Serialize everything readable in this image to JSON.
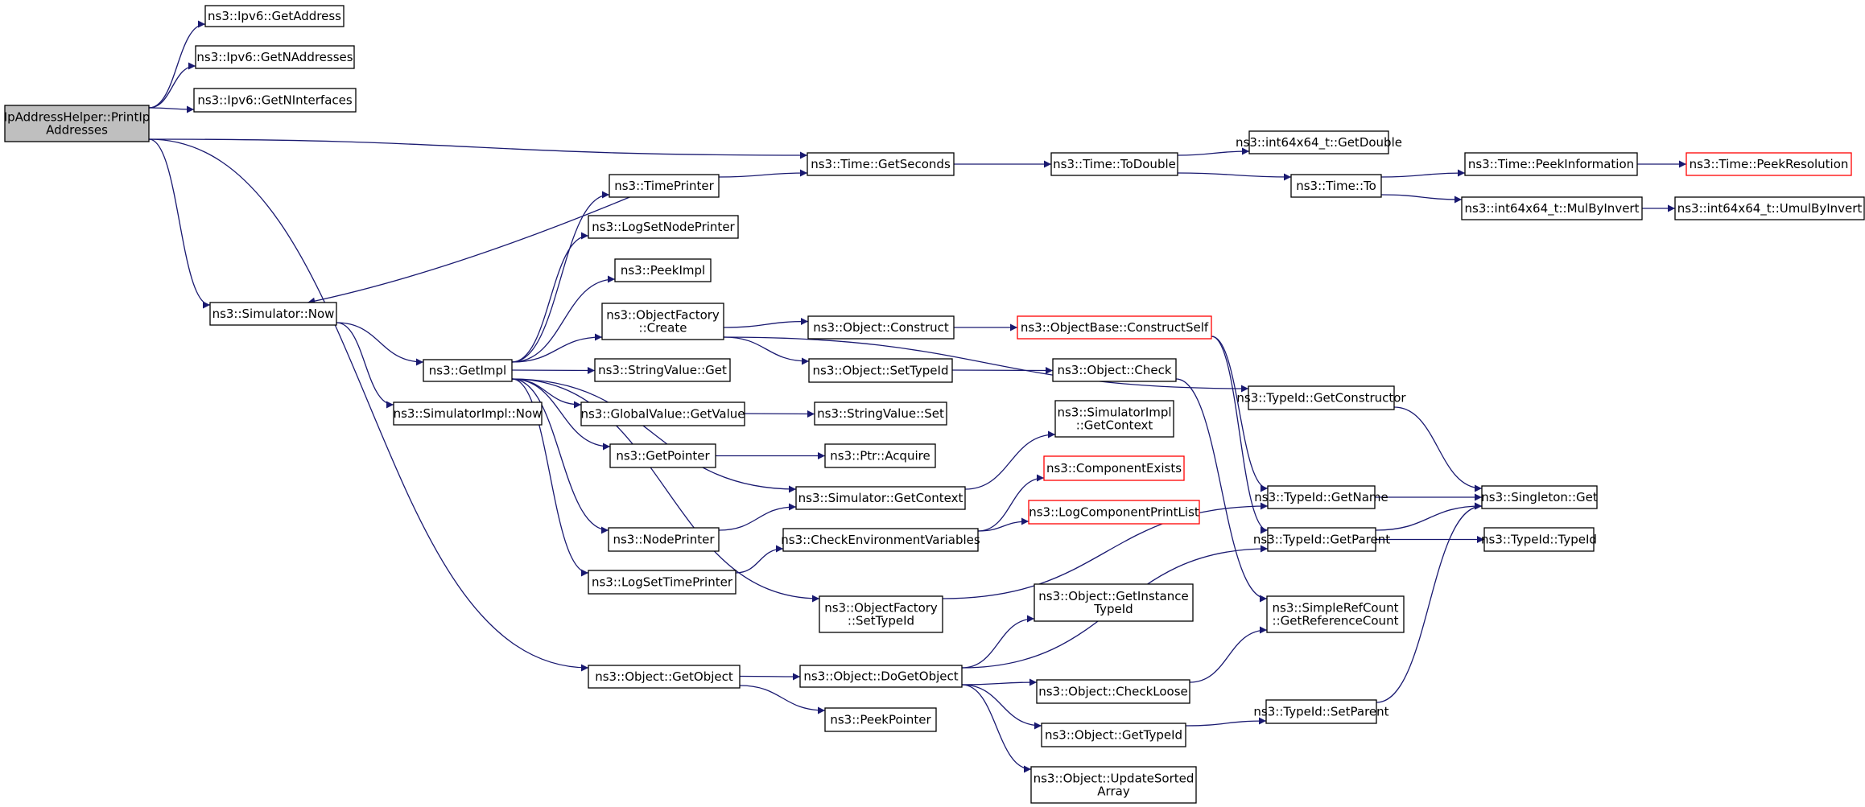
{
  "colors": {
    "edge": "#191970",
    "node_border": "#000000",
    "truncated_border": "#ff0000",
    "root_fill": "#bfbfbf",
    "node_fill": "#ffffff"
  },
  "nodes": [
    {
      "id": "root",
      "lines": [
        "IpAddressHelper::PrintIp",
        "Addresses"
      ],
      "root": true
    },
    {
      "id": "ipv6GetAddress",
      "lines": [
        "ns3::Ipv6::GetAddress"
      ]
    },
    {
      "id": "ipv6GetNAddresses",
      "lines": [
        "ns3::Ipv6::GetNAddresses"
      ]
    },
    {
      "id": "ipv6GetNInterfaces",
      "lines": [
        "ns3::Ipv6::GetNInterfaces"
      ]
    },
    {
      "id": "simNow",
      "lines": [
        "ns3::Simulator::Now"
      ]
    },
    {
      "id": "getImpl",
      "lines": [
        "ns3::GetImpl"
      ]
    },
    {
      "id": "simImplNow",
      "lines": [
        "ns3::SimulatorImpl::Now"
      ]
    },
    {
      "id": "objGetObject",
      "lines": [
        "ns3::Object::GetObject"
      ]
    },
    {
      "id": "timePrinter",
      "lines": [
        "ns3::TimePrinter"
      ]
    },
    {
      "id": "logSetNodePrinter",
      "lines": [
        "ns3::LogSetNodePrinter"
      ]
    },
    {
      "id": "peekImpl",
      "lines": [
        "ns3::PeekImpl"
      ]
    },
    {
      "id": "objFactoryCreate",
      "lines": [
        "ns3::ObjectFactory",
        "::Create"
      ]
    },
    {
      "id": "stringValueGet",
      "lines": [
        "ns3::StringValue::Get"
      ]
    },
    {
      "id": "globalValueGetValue",
      "lines": [
        "ns3::GlobalValue::GetValue"
      ]
    },
    {
      "id": "getPointer",
      "lines": [
        "ns3::GetPointer"
      ]
    },
    {
      "id": "nodePrinter",
      "lines": [
        "ns3::NodePrinter"
      ]
    },
    {
      "id": "logSetTimePrinter",
      "lines": [
        "ns3::LogSetTimePrinter"
      ]
    },
    {
      "id": "timeGetSeconds",
      "lines": [
        "ns3::Time::GetSeconds"
      ]
    },
    {
      "id": "objConstruct",
      "lines": [
        "ns3::Object::Construct"
      ]
    },
    {
      "id": "objSetTypeId",
      "lines": [
        "ns3::Object::SetTypeId"
      ]
    },
    {
      "id": "stringValueSet",
      "lines": [
        "ns3::StringValue::Set"
      ]
    },
    {
      "id": "ptrAcquire",
      "lines": [
        "ns3::Ptr::Acquire"
      ]
    },
    {
      "id": "simGetContext",
      "lines": [
        "ns3::Simulator::GetContext"
      ]
    },
    {
      "id": "checkEnvVars",
      "lines": [
        "ns3::CheckEnvironmentVariables"
      ]
    },
    {
      "id": "objFactorySetTypeId",
      "lines": [
        "ns3::ObjectFactory",
        "::SetTypeId"
      ]
    },
    {
      "id": "objDoGetObject",
      "lines": [
        "ns3::Object::DoGetObject"
      ]
    },
    {
      "id": "peekPointer",
      "lines": [
        "ns3::PeekPointer"
      ]
    },
    {
      "id": "timeToDouble",
      "lines": [
        "ns3::Time::ToDouble"
      ]
    },
    {
      "id": "objBaseConstructSelf",
      "lines": [
        "ns3::ObjectBase::ConstructSelf"
      ],
      "truncated": true
    },
    {
      "id": "objCheck",
      "lines": [
        "ns3::Object::Check"
      ]
    },
    {
      "id": "simImplGetContext",
      "lines": [
        "ns3::SimulatorImpl",
        "::GetContext"
      ]
    },
    {
      "id": "componentExists",
      "lines": [
        "ns3::ComponentExists"
      ],
      "truncated": true
    },
    {
      "id": "logComponentPrintList",
      "lines": [
        "ns3::LogComponentPrintList"
      ],
      "truncated": true
    },
    {
      "id": "objGetInstanceTypeId",
      "lines": [
        "ns3::Object::GetInstance",
        "TypeId"
      ]
    },
    {
      "id": "objCheckLoose",
      "lines": [
        "ns3::Object::CheckLoose"
      ]
    },
    {
      "id": "objGetTypeId",
      "lines": [
        "ns3::Object::GetTypeId"
      ]
    },
    {
      "id": "objUpdateSortedArray",
      "lines": [
        "ns3::Object::UpdateSorted",
        "Array"
      ]
    },
    {
      "id": "int64GetDouble",
      "lines": [
        "ns3::int64x64_t::GetDouble"
      ]
    },
    {
      "id": "timeTo",
      "lines": [
        "ns3::Time::To"
      ]
    },
    {
      "id": "typeIdGetConstructor",
      "lines": [
        "ns3::TypeId::GetConstructor"
      ]
    },
    {
      "id": "typeIdGetName",
      "lines": [
        "ns3::TypeId::GetName"
      ]
    },
    {
      "id": "typeIdGetParent",
      "lines": [
        "ns3::TypeId::GetParent"
      ]
    },
    {
      "id": "simpleRefCount",
      "lines": [
        "ns3::SimpleRefCount",
        "::GetReferenceCount"
      ]
    },
    {
      "id": "typeIdSetParent",
      "lines": [
        "ns3::TypeId::SetParent"
      ]
    },
    {
      "id": "timePeekInformation",
      "lines": [
        "ns3::Time::PeekInformation"
      ]
    },
    {
      "id": "int64MulByInvert",
      "lines": [
        "ns3::int64x64_t::MulByInvert"
      ]
    },
    {
      "id": "singletonGet",
      "lines": [
        "ns3::Singleton::Get"
      ]
    },
    {
      "id": "typeIdTypeId",
      "lines": [
        "ns3::TypeId::TypeId"
      ]
    },
    {
      "id": "timePeekResolution",
      "lines": [
        "ns3::Time::PeekResolution"
      ],
      "truncated": true
    },
    {
      "id": "int64UmulByInvert",
      "lines": [
        "ns3::int64x64_t::UmulByInvert"
      ]
    }
  ],
  "edges": [
    [
      "root",
      "ipv6GetAddress"
    ],
    [
      "root",
      "ipv6GetNAddresses"
    ],
    [
      "root",
      "ipv6GetNInterfaces"
    ],
    [
      "root",
      "timeGetSeconds"
    ],
    [
      "root",
      "simNow"
    ],
    [
      "root",
      "objGetObject"
    ],
    [
      "simNow",
      "getImpl"
    ],
    [
      "simNow",
      "simImplNow"
    ],
    [
      "getImpl",
      "timePrinter"
    ],
    [
      "getImpl",
      "logSetNodePrinter"
    ],
    [
      "getImpl",
      "peekImpl"
    ],
    [
      "getImpl",
      "objFactoryCreate"
    ],
    [
      "getImpl",
      "stringValueGet"
    ],
    [
      "getImpl",
      "globalValueGetValue"
    ],
    [
      "getImpl",
      "getPointer"
    ],
    [
      "getImpl",
      "simGetContext"
    ],
    [
      "getImpl",
      "nodePrinter"
    ],
    [
      "getImpl",
      "logSetTimePrinter"
    ],
    [
      "getImpl",
      "objFactorySetTypeId"
    ],
    [
      "timePrinter",
      "simNow"
    ],
    [
      "timePrinter",
      "timeGetSeconds"
    ],
    [
      "nodePrinter",
      "simGetContext"
    ],
    [
      "logSetTimePrinter",
      "checkEnvVars"
    ],
    [
      "objFactoryCreate",
      "objConstruct"
    ],
    [
      "objFactoryCreate",
      "objSetTypeId"
    ],
    [
      "objFactoryCreate",
      "typeIdGetConstructor"
    ],
    [
      "globalValueGetValue",
      "stringValueSet"
    ],
    [
      "getPointer",
      "ptrAcquire"
    ],
    [
      "simGetContext",
      "simImplGetContext"
    ],
    [
      "checkEnvVars",
      "componentExists"
    ],
    [
      "checkEnvVars",
      "logComponentPrintList"
    ],
    [
      "objFactorySetTypeId",
      "typeIdGetName"
    ],
    [
      "objGetObject",
      "objDoGetObject"
    ],
    [
      "objGetObject",
      "peekPointer"
    ],
    [
      "objDoGetObject",
      "objGetInstanceTypeId"
    ],
    [
      "objDoGetObject",
      "objCheckLoose"
    ],
    [
      "objDoGetObject",
      "objGetTypeId"
    ],
    [
      "objDoGetObject",
      "objUpdateSortedArray"
    ],
    [
      "objDoGetObject",
      "typeIdGetParent"
    ],
    [
      "timeGetSeconds",
      "timeToDouble"
    ],
    [
      "timeToDouble",
      "int64GetDouble"
    ],
    [
      "timeToDouble",
      "timeTo"
    ],
    [
      "timeTo",
      "timePeekInformation"
    ],
    [
      "timeTo",
      "int64MulByInvert"
    ],
    [
      "timePeekInformation",
      "timePeekResolution"
    ],
    [
      "int64MulByInvert",
      "int64UmulByInvert"
    ],
    [
      "objConstruct",
      "objBaseConstructSelf"
    ],
    [
      "objSetTypeId",
      "objCheck"
    ],
    [
      "objBaseConstructSelf",
      "typeIdGetName"
    ],
    [
      "objBaseConstructSelf",
      "typeIdGetParent"
    ],
    [
      "objCheck",
      "simpleRefCount"
    ],
    [
      "objCheckLoose",
      "simpleRefCount"
    ],
    [
      "objGetTypeId",
      "typeIdSetParent"
    ],
    [
      "typeIdGetConstructor",
      "singletonGet"
    ],
    [
      "typeIdGetName",
      "singletonGet"
    ],
    [
      "typeIdGetParent",
      "singletonGet"
    ],
    [
      "typeIdGetParent",
      "typeIdTypeId"
    ],
    [
      "typeIdSetParent",
      "singletonGet"
    ]
  ]
}
